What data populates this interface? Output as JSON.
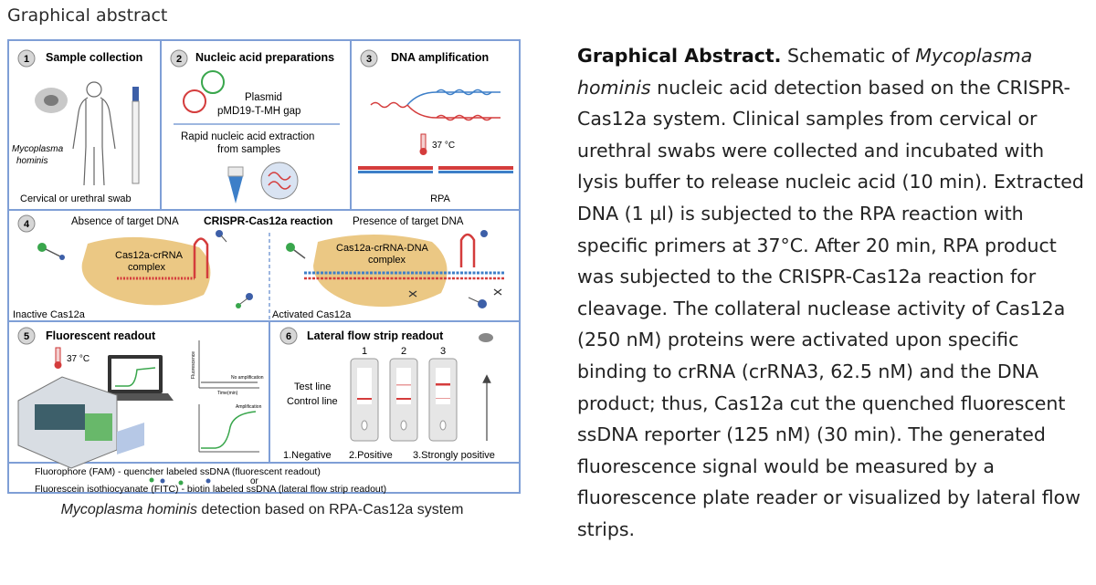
{
  "heading": "Graphical abstract",
  "figure": {
    "panels": {
      "p1": {
        "num": "1",
        "title": "Sample collection",
        "organism_line1": "Mycoplasma",
        "organism_line2": "hominis",
        "swab_label": "Cervical or urethral swab"
      },
      "p2": {
        "num": "2",
        "title": "Nucleic acid preparations",
        "plasmid_line1": "Plasmid",
        "plasmid_line2": "pMD19-T-MH gap",
        "extract_line1": "Rapid nucleic acid extraction",
        "extract_line2": "from samples"
      },
      "p3": {
        "num": "3",
        "title": "DNA amplification",
        "temp": "37 °C",
        "method": "RPA"
      },
      "p4": {
        "num": "4",
        "absence": "Absence of target DNA",
        "title": "CRISPR-Cas12a reaction",
        "presence": "Presence of target DNA",
        "complex_a_line1": "Cas12a-crRNA",
        "complex_a_line2": "complex",
        "complex_b_line1": "Cas12a-crRNA-DNA",
        "complex_b_line2": "complex",
        "inactive": "Inactive Cas12a",
        "activated": "Activated Cas12a"
      },
      "p5": {
        "num": "5",
        "title": "Fluorescent readout",
        "temp": "37 °C",
        "no_amp": "No amplification",
        "amp": "Amplification",
        "axis_y": "Fluorescence",
        "axis_x": "Time(min)"
      },
      "p6": {
        "num": "6",
        "title": "Lateral flow strip readout",
        "strip1": "1",
        "strip2": "2",
        "strip3": "3",
        "test_line": "Test line",
        "control_line": "Control line",
        "result1": "1.Negative",
        "result2": "2.Positive",
        "result3": "3.Strongly positive"
      }
    },
    "legend": {
      "line1": "Fluorophore (FAM) - quencher labeled ssDNA (fluorescent readout)",
      "or": "or",
      "line2": "Fluorescein isothiocyanate (FITC) - biotin labeled ssDNA (lateral flow strip readout)"
    },
    "caption_italic": "Mycoplasma hominis",
    "caption_rest": " detection based on RPA-Cas12a system",
    "colors": {
      "frame": "#7f9fd6",
      "cas12a": "#ebc884",
      "red_strand": "#d43c3c",
      "blue_strand": "#3d7fc8",
      "green_probe": "#39a64c"
    }
  },
  "caption": {
    "bold": "Graphical Abstract.",
    "t1": " Schematic of ",
    "i1": "Mycoplasma hominis",
    "t2": " nucleic acid detection based on the CRISPR-Cas12a system. Clinical samples from cervical or urethral swabs were collected and incubated with lysis buffer to release nucleic acid (10 min). Extracted DNA (1 µl) is subjected to the RPA reaction with specific primers at 37°C. After 20 min, RPA product was subjected to the CRISPR-Cas12a reaction for cleavage. The collateral nuclease activity of Cas12a (250 nM) proteins were activated upon specific binding to crRNA (crRNA3, 62.5 nM) and the DNA product; thus, Cas12a cut the quenched fluorescent ssDNA reporter (125 nM) (30 min). The generated fluorescence signal would be measured by a fluorescence plate reader or visualized by lateral flow strips."
  }
}
